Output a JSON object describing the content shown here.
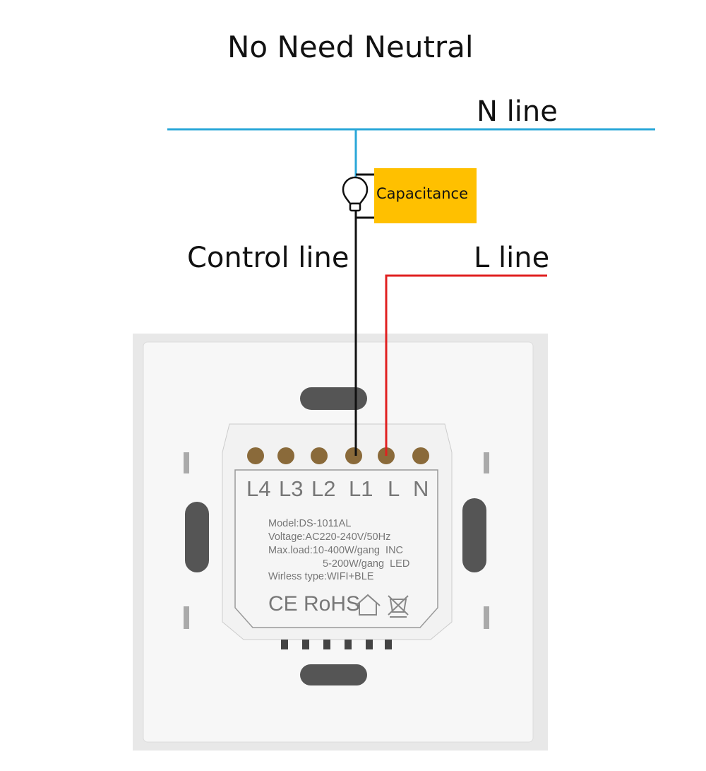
{
  "title": "No Need Neutral",
  "wires": {
    "n_line": "N line",
    "control_line": "Control line",
    "l_line": "L line"
  },
  "capacitance": "Capacitance",
  "colors": {
    "n_wire": "#2aa7d8",
    "l_wire": "#e02020",
    "control_wire": "#111111",
    "capacitance_box": "#ffc000"
  },
  "device": {
    "terminals": [
      "L4",
      "L3",
      "L2",
      "L1",
      "L",
      "N"
    ],
    "model": "Model:DS-1011AL",
    "voltage": "Voltage:AC220-240V/50Hz",
    "max_load": "Max.load:10-400W/gang  INC",
    "max_load_led": "5-200W/gang  LED",
    "wireless": "Wirless type:WIFI+BLE",
    "certs": "CE RoHS"
  }
}
